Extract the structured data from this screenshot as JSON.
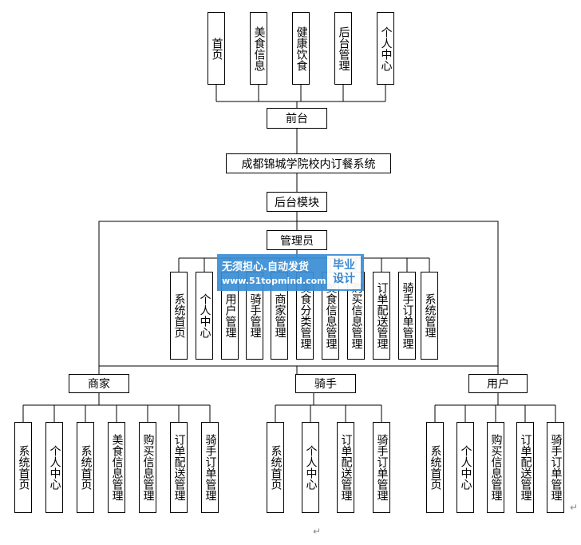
{
  "root": "成都锦城学院校内订餐系统",
  "frontend": {
    "label": "前台",
    "children": [
      "首页",
      "美食信息",
      "健康饮食",
      "后台管理",
      "个人中心"
    ]
  },
  "backend": {
    "label": "后台模块",
    "admin": {
      "label": "管理员",
      "children": [
        "系统首页",
        "个人中心",
        "用户管理",
        "骑手管理",
        "商家管理",
        "美食分类管理",
        "美食信息管理",
        "购买信息管理",
        "订单配送管理",
        "骑手订单管理",
        "系统管理"
      ]
    },
    "merchant": {
      "label": "商家",
      "children": [
        "系统首页",
        "个人中心",
        "系统首页",
        "美食信息管理",
        "购买信息管理",
        "订单配送管理",
        "骑手订单管理"
      ]
    },
    "rider": {
      "label": "骑手",
      "children": [
        "系统首页",
        "个人中心",
        "订单配送管理",
        "骑手订单管理"
      ]
    },
    "user": {
      "label": "用户",
      "children": [
        "系统首页",
        "个人中心",
        "购买信息管理",
        "订单配送管理",
        "骑手订单管理"
      ]
    }
  },
  "watermark": {
    "line1": "无须担心.自动发货",
    "line2": "www.51topmind.com",
    "badge_top": "毕业",
    "badge_bottom": "设计"
  },
  "paragraph_mark": "↵"
}
